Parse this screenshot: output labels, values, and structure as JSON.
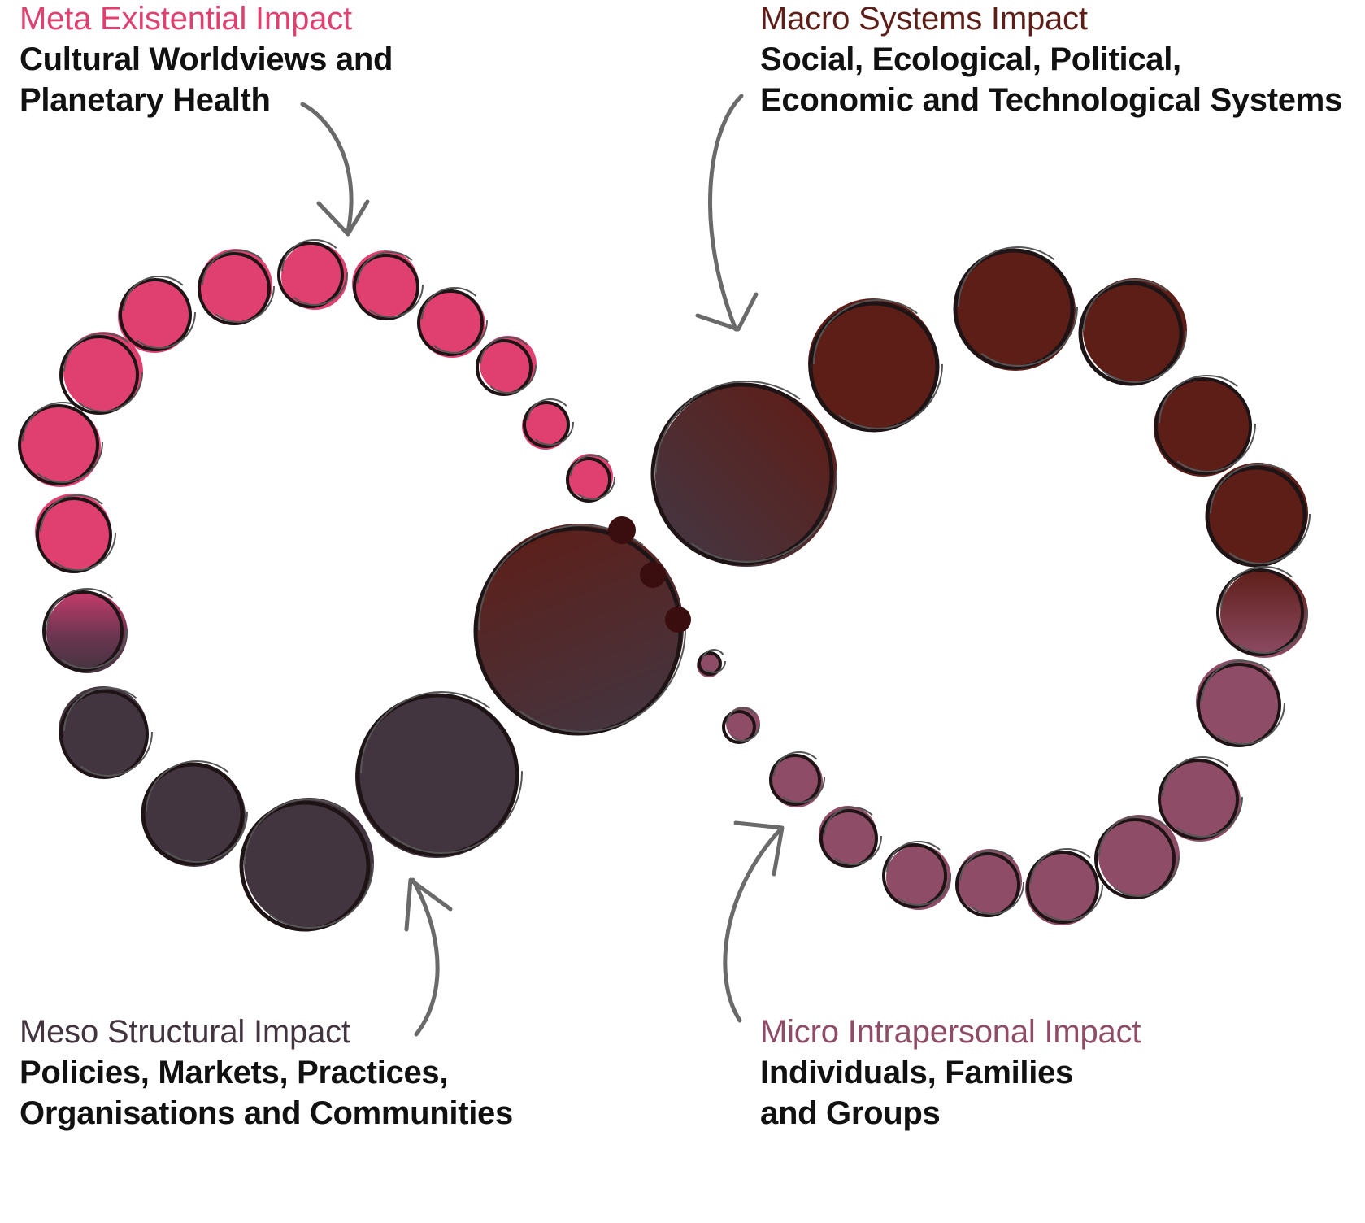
{
  "colors": {
    "meta": "#e0406f",
    "macro": "#5e1e18",
    "meso": "#43353f",
    "micro": "#8e4c66",
    "ink": "#1e1416",
    "arrow": "#6a6a6a"
  },
  "labels": {
    "meta": {
      "heading": "Meta Existential Impact",
      "line1": "Cultural Worldviews and",
      "line2": "Planetary Health"
    },
    "macro": {
      "heading": "Macro Systems Impact",
      "line1": "Social, Ecological, Political,",
      "line2": "Economic and Technological Systems"
    },
    "meso": {
      "heading": "Meso Structural Impact",
      "line1": "Policies, Markets, Practices,",
      "line2": "Organisations and Communities"
    },
    "micro": {
      "heading": "Micro Intrapersonal Impact",
      "line1": "Individuals, Families",
      "line2": "and Groups"
    }
  }
}
